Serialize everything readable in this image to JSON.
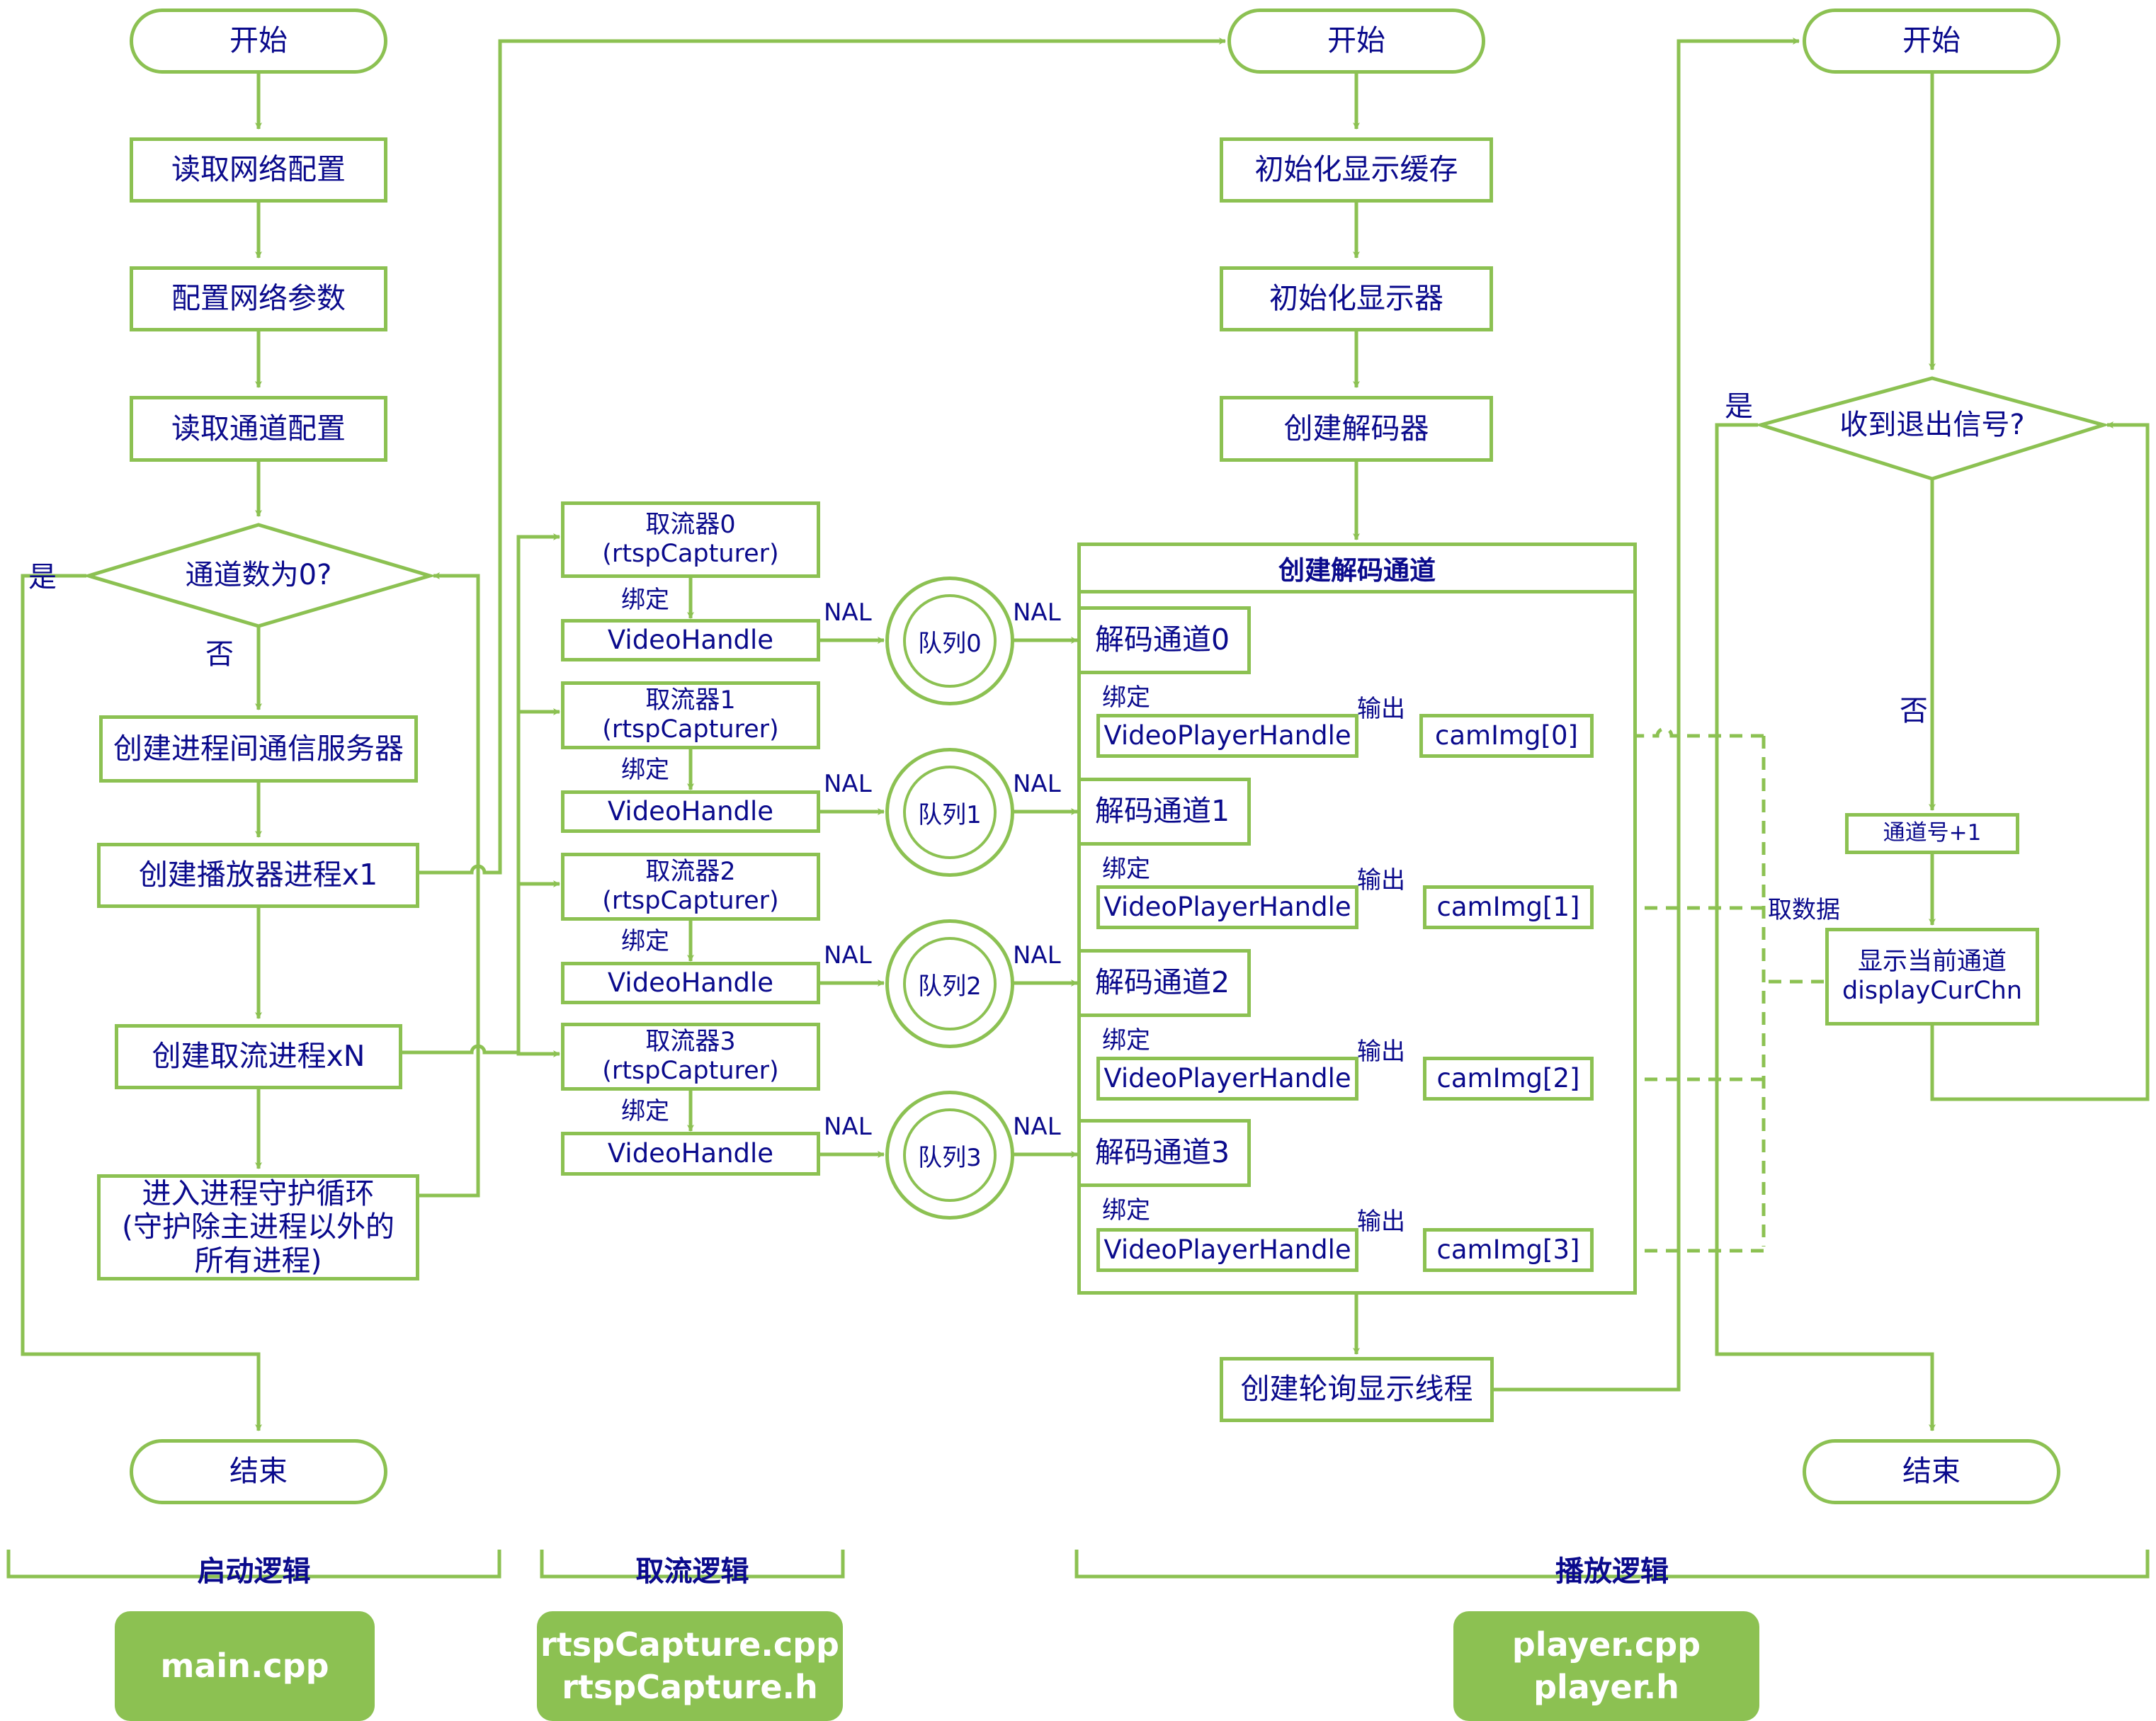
{
  "start_label": "开始",
  "end_label": "结束",
  "yes_label": "是",
  "no_label": "否",
  "main": {
    "read_net_config": "读取网络配置",
    "config_net_params": "配置网络参数",
    "read_channel_config": "读取通道配置",
    "decision_zero_channels": "通道数为0?",
    "create_ipc_server": "创建进程间通信服务器",
    "create_player_process": "创建播放器进程x1",
    "create_capture_process": "创建取流进程xN",
    "guard_loop": "进入进程守护循环\n(守护除主进程以外的\n所有进程)"
  },
  "capture": {
    "units": [
      {
        "capturer": "取流器0\n(rtspCapturer)",
        "handle": "VideoHandle",
        "queue": "队列0"
      },
      {
        "capturer": "取流器1\n(rtspCapturer)",
        "handle": "VideoHandle",
        "queue": "队列1"
      },
      {
        "capturer": "取流器2\n(rtspCapturer)",
        "handle": "VideoHandle",
        "queue": "队列2"
      },
      {
        "capturer": "取流器3\n(rtspCapturer)",
        "handle": "VideoHandle",
        "queue": "队列3"
      }
    ],
    "bind_label": "绑定",
    "nal_label": "NAL"
  },
  "player": {
    "init_display_buffer": "初始化显示缓存",
    "init_display": "初始化显示器",
    "create_decoder": "创建解码器",
    "decode_group_title": "创建解码通道",
    "channels": [
      {
        "name": "解码通道0",
        "handle": "VideoPlayerHandle",
        "img": "camImg[0]"
      },
      {
        "name": "解码通道1",
        "handle": "VideoPlayerHandle",
        "img": "camImg[1]"
      },
      {
        "name": "解码通道2",
        "handle": "VideoPlayerHandle",
        "img": "camImg[2]"
      },
      {
        "name": "解码通道3",
        "handle": "VideoPlayerHandle",
        "img": "camImg[3]"
      }
    ],
    "bind_label": "绑定",
    "output_label": "输出",
    "create_poll_thread": "创建轮询显示线程",
    "decision_exit_signal": "收到退出信号?",
    "channel_inc": "通道号+1",
    "display_current": "显示当前通道\ndisplayCurChn",
    "fetch_data_label": "取数据"
  },
  "sections": {
    "startup": "启动逻辑",
    "capture": "取流逻辑",
    "playback": "播放逻辑"
  },
  "files": {
    "main": "main.cpp",
    "capture": "rtspCapture.cpp\nrtspCapture.h",
    "player": "player.cpp\nplayer.h"
  },
  "colors": {
    "line": "#8cc152",
    "text": "#0a0a8c",
    "pill": "#8cc152"
  }
}
